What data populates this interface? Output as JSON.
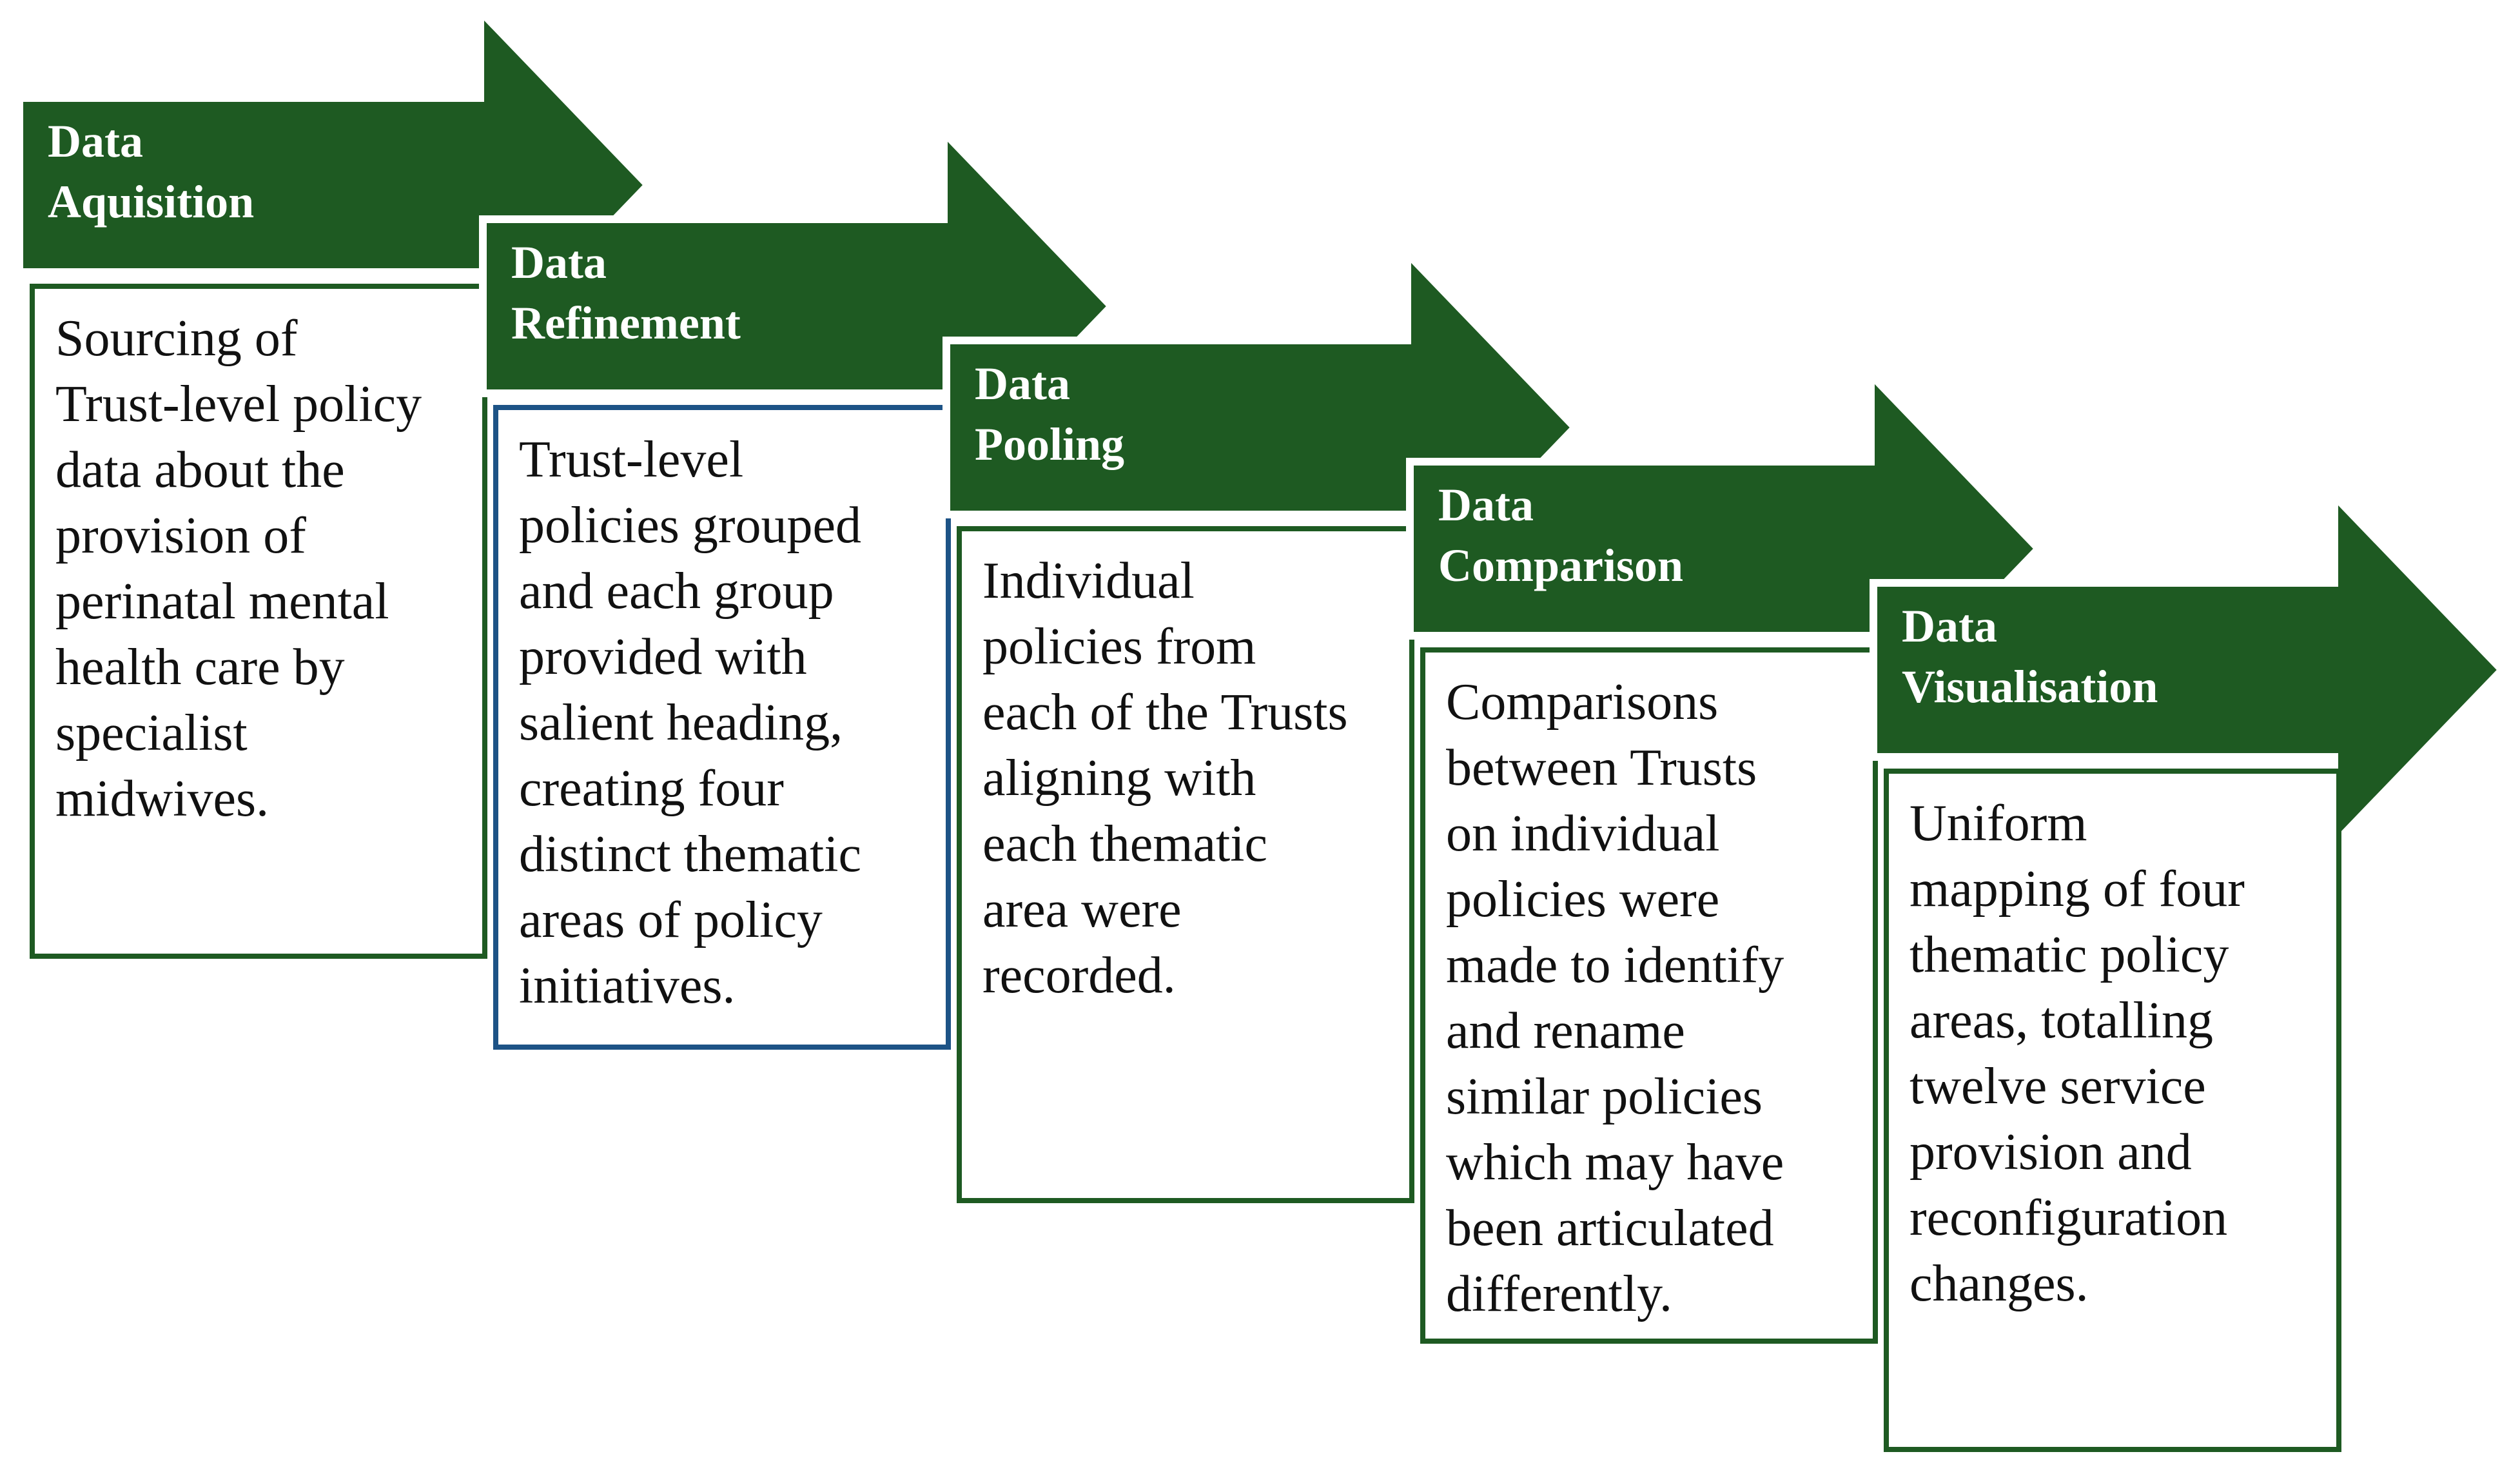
{
  "figure": {
    "type": "process-flow-diagram",
    "background": "#ffffff",
    "step_count": 5
  },
  "colors": {
    "arrow_green": "#1e5a22",
    "box_border_green": "#1e5a22",
    "box_border_blue": "#1d5386",
    "title_text": "#ffffff",
    "body_text": "#111111",
    "arrow_outline": "#ffffff"
  },
  "steps": [
    {
      "title": "Data\nAquisition",
      "body": "Sourcing of\nTrust-level policy\ndata about the\nprovision of\nperinatal mental\nhealth care by\nspecialist\nmidwives.",
      "border_color": "#1e5a22"
    },
    {
      "title": "Data\nRefinement",
      "body": "Trust-level\npolicies grouped\nand each group\nprovided with\nsalient heading,\ncreating four\ndistinct thematic\nareas of policy\ninitiatives.",
      "border_color": "#1d5386"
    },
    {
      "title": "Data\nPooling",
      "body": "Individual\npolicies from\neach of the Trusts\naligning with\neach thematic\narea were\nrecorded.",
      "border_color": "#1e5a22"
    },
    {
      "title": "Data\nComparison",
      "body": "Comparisons\nbetween Trusts\non individual\npolicies were\nmade to identify\nand rename\nsimilar policies\nwhich may have\nbeen articulated\ndifferently.",
      "border_color": "#1e5a22"
    },
    {
      "title": "Data\nVisualisation",
      "body": "Uniform\nmapping of four\nthematic policy\nareas, totalling\ntwelve service\nprovision and\nreconfiguration\nchanges.",
      "border_color": "#1e5a22"
    }
  ]
}
